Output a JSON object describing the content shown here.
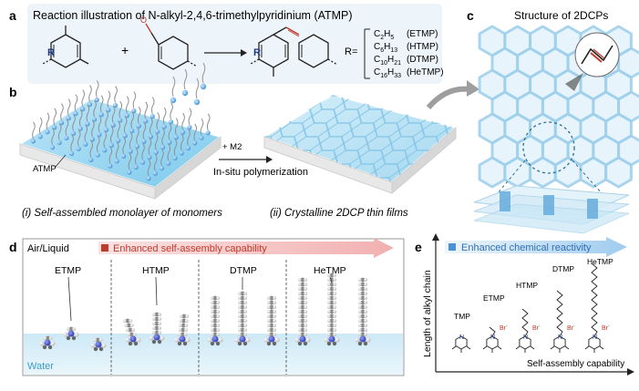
{
  "panel_a": {
    "letter": "a",
    "title": "Reaction illustration of N-alkyl-2,4,6-trimethylpyridinium (ATMP)",
    "plus": "+",
    "R": "R",
    "O": "O",
    "R_eq": "R=",
    "substituents": [
      {
        "formula": "C2H5",
        "f1": "C",
        "sub1": "2",
        "f2": "H",
        "sub2": "5",
        "name": "(ETMP)"
      },
      {
        "formula": "C6H13",
        "f1": "C",
        "sub1": "6",
        "f2": "H",
        "sub2": "13",
        "name": "(HTMP)"
      },
      {
        "formula": "C10H21",
        "f1": "C",
        "sub1": "10",
        "f2": "H",
        "sub2": "21",
        "name": "(DTMP)"
      },
      {
        "formula": "C16H33",
        "f1": "C",
        "sub1": "16",
        "f2": "H",
        "sub2": "33",
        "name": "(HeTMP)"
      }
    ]
  },
  "panel_b": {
    "letter": "b",
    "atmp_label": "ATMP",
    "reagent": "+ M2",
    "process": "In-situ polymerization",
    "caption_i": "(i) Self-assembled monolayer of monomers",
    "caption_ii": "(ii) Crystalline 2DCP thin films"
  },
  "panel_c": {
    "letter": "c",
    "title": "Structure of 2DCPs"
  },
  "panel_d": {
    "letter": "d",
    "interface": "Air/Liquid",
    "arrow_label": "Enhanced self-assembly capability",
    "water": "Water",
    "molecules": [
      "ETMP",
      "HTMP",
      "DTMP",
      "HeTMP"
    ]
  },
  "panel_e": {
    "letter": "e",
    "arrow_label": "Enhanced chemical reactivity",
    "y_axis": "Length of alkyl chain",
    "x_axis": "Self-assembly capability",
    "molecules": [
      "TMP",
      "ETMP",
      "HTMP",
      "DTMP",
      "HeTMP"
    ],
    "counterion": "Br",
    "counterion_charge": "-",
    "N": "N",
    "charge": "+"
  },
  "colors": {
    "accent_blue": "#4a90d9",
    "accent_red": "#c0392b",
    "water": "#bfe3f3"
  }
}
